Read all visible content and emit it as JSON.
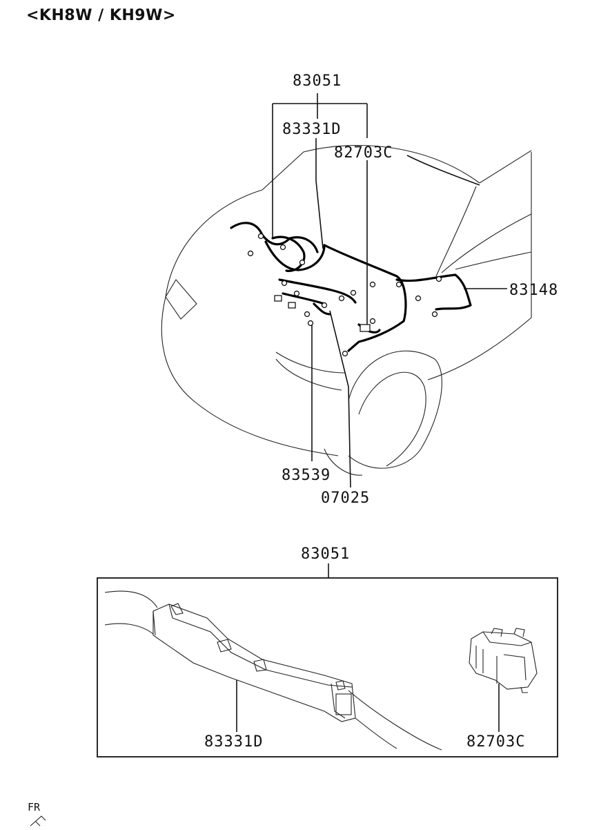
{
  "title": "<KH8W / KH9W>",
  "labels": {
    "top_83051": "83051",
    "top_83331D": "83331D",
    "top_82703C": "82703C",
    "top_83148": "83148",
    "top_83539": "83539",
    "top_07025": "07025",
    "bottom_83051": "83051",
    "bottom_83331D": "83331D",
    "bottom_82703C": "82703C"
  },
  "footer": {
    "direction_mark": "FR"
  }
}
